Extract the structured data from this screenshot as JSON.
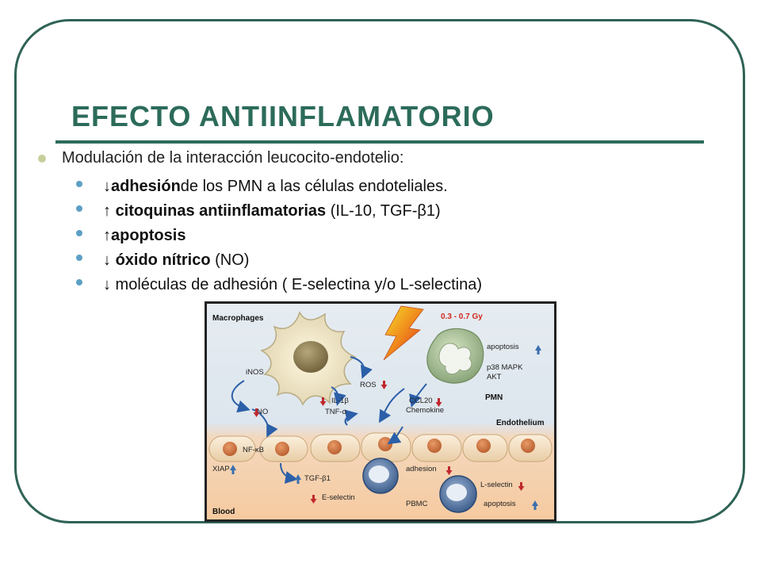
{
  "slide": {
    "title": "EFECTO ANTIINFLAMATORIO",
    "main_bullet": "Modulación de la  interacción leucocito-endotelio:",
    "sub_bullets": [
      {
        "pre": "↓",
        "bold": "adhesión",
        "post": " de los PMN a las células endoteliales."
      },
      {
        "pre": "↑ ",
        "bold": "citoquinas antiinflamatorias",
        "post": " (IL-10, TGF-β1)"
      },
      {
        "pre": "↑",
        "bold": "apoptosis",
        "post": ""
      },
      {
        "pre": "↓ ",
        "bold": "óxido nítrico",
        "post": " (NO)"
      },
      {
        "pre": "↓ moléculas de adhesión ( E-selectina y/o L-selectina)",
        "bold": "",
        "post": ""
      }
    ]
  },
  "diagram": {
    "labels": {
      "macrophages": "Macrophages",
      "dose": "0.3 - 0.7 Gy",
      "inos": "iNOS",
      "ros": "ROS",
      "apoptosis_pmn": "apoptosis",
      "p38": "p38 MAPK",
      "akt": "AKT",
      "pmn": "PMN",
      "no": "NO",
      "il1b": "IL-1β",
      "tnfa": "TNF-α",
      "ccl20": "CCL20",
      "chemokine": "Chemokine",
      "endothelium": "Endothelium",
      "nfkb": "NF-κB",
      "xiap": "XIAP",
      "tgfb1": "TGF-β1",
      "adhesion": "adhesion",
      "lselectin": "L-selectin",
      "eselectin": "E-selectin",
      "pbmc": "PBMC",
      "apoptosis_pbmc": "apoptosis",
      "blood": "Blood"
    },
    "colors": {
      "frame": "#2f6356",
      "title": "#2c6b5a",
      "up_arrow": "#3a6fb0",
      "down_arrow": "#c0282d",
      "dose_text": "#d22a20",
      "flow_arrow": "#2b5fa8"
    }
  }
}
